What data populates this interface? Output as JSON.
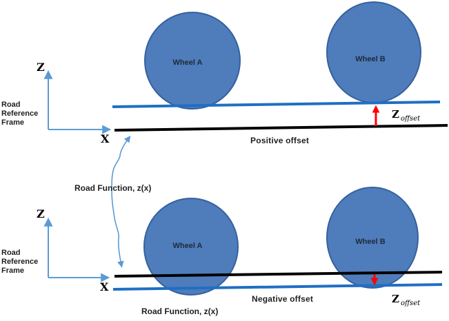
{
  "colors": {
    "wheel_fill": "#4F7CBA",
    "wheel_stroke": "#35619E",
    "road_black": "#000000",
    "offset_blue": "#1F6FC4",
    "axis_blue": "#5B9BD5",
    "arrow_red": "#FF0000"
  },
  "top": {
    "wheel_a_label": "Wheel A",
    "wheel_b_label": "Wheel B",
    "caption": "Positive offset",
    "z_offset_base": "Z",
    "z_offset_sub": "offset",
    "axis_z_label": "Z",
    "axis_x_label": "X",
    "frame_line1": "Road",
    "frame_line2": "Reference",
    "frame_line3": "Frame",
    "road_function_label": "Road Function, z(x)"
  },
  "bottom": {
    "wheel_a_label": "Wheel A",
    "wheel_b_label": "Wheel B",
    "caption": "Negative offset",
    "z_offset_base": "Z",
    "z_offset_sub": "offset",
    "axis_z_label": "Z",
    "axis_x_label": "X",
    "frame_line1": "Road",
    "frame_line2": "Reference",
    "frame_line3": "Frame",
    "road_function_label": "Road Function, z(x)"
  }
}
